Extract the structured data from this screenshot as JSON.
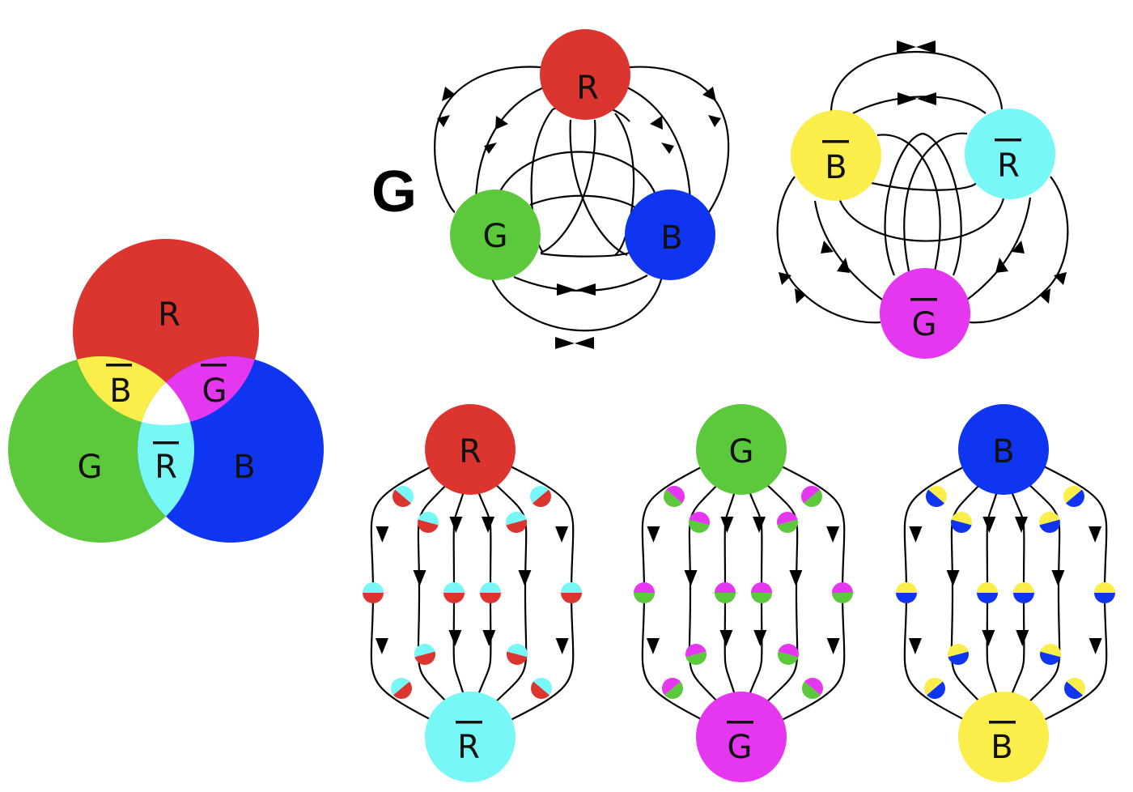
{
  "colors": {
    "red": "#dc3530",
    "green": "#5cc83c",
    "blue": "#0f35f0",
    "yellow": "#fbee4a",
    "magenta": "#e537ef",
    "cyan": "#77f8f6",
    "white": "#ffffff",
    "line": "#000000"
  },
  "venn": {
    "circles": [
      {
        "id": "R",
        "label": "R",
        "color": "red"
      },
      {
        "id": "G",
        "label": "G",
        "color": "green"
      },
      {
        "id": "B",
        "label": "B",
        "color": "blue"
      }
    ],
    "overlaps": [
      {
        "between": [
          "R",
          "G"
        ],
        "label": "B",
        "bar": true,
        "color": "yellow"
      },
      {
        "between": [
          "R",
          "B"
        ],
        "label": "G",
        "bar": true,
        "color": "magenta"
      },
      {
        "between": [
          "G",
          "B"
        ],
        "label": "R",
        "bar": true,
        "color": "cyan"
      }
    ],
    "center_color": "white"
  },
  "gluon_graph_title": "G",
  "graph_colors": {
    "nodes": [
      {
        "id": "R",
        "label": "R",
        "bar": false,
        "color": "red"
      },
      {
        "id": "G",
        "label": "G",
        "bar": false,
        "color": "green"
      },
      {
        "id": "B",
        "label": "B",
        "bar": false,
        "color": "blue"
      }
    ]
  },
  "graph_anticolors": {
    "nodes": [
      {
        "id": "Bbar",
        "label": "B",
        "bar": true,
        "color": "yellow"
      },
      {
        "id": "Rbar",
        "label": "R",
        "bar": true,
        "color": "cyan"
      },
      {
        "id": "Gbar",
        "label": "G",
        "bar": true,
        "color": "magenta"
      }
    ]
  },
  "field_lines": [
    {
      "top": {
        "label": "R",
        "bar": false,
        "color": "red"
      },
      "bottom": {
        "label": "R",
        "bar": true,
        "color": "cyan"
      },
      "lines": 6
    },
    {
      "top": {
        "label": "G",
        "bar": false,
        "color": "green"
      },
      "bottom": {
        "label": "G",
        "bar": true,
        "color": "magenta"
      },
      "lines": 6
    },
    {
      "top": {
        "label": "B",
        "bar": false,
        "color": "blue"
      },
      "bottom": {
        "label": "B",
        "bar": true,
        "color": "yellow"
      },
      "lines": 6
    }
  ]
}
